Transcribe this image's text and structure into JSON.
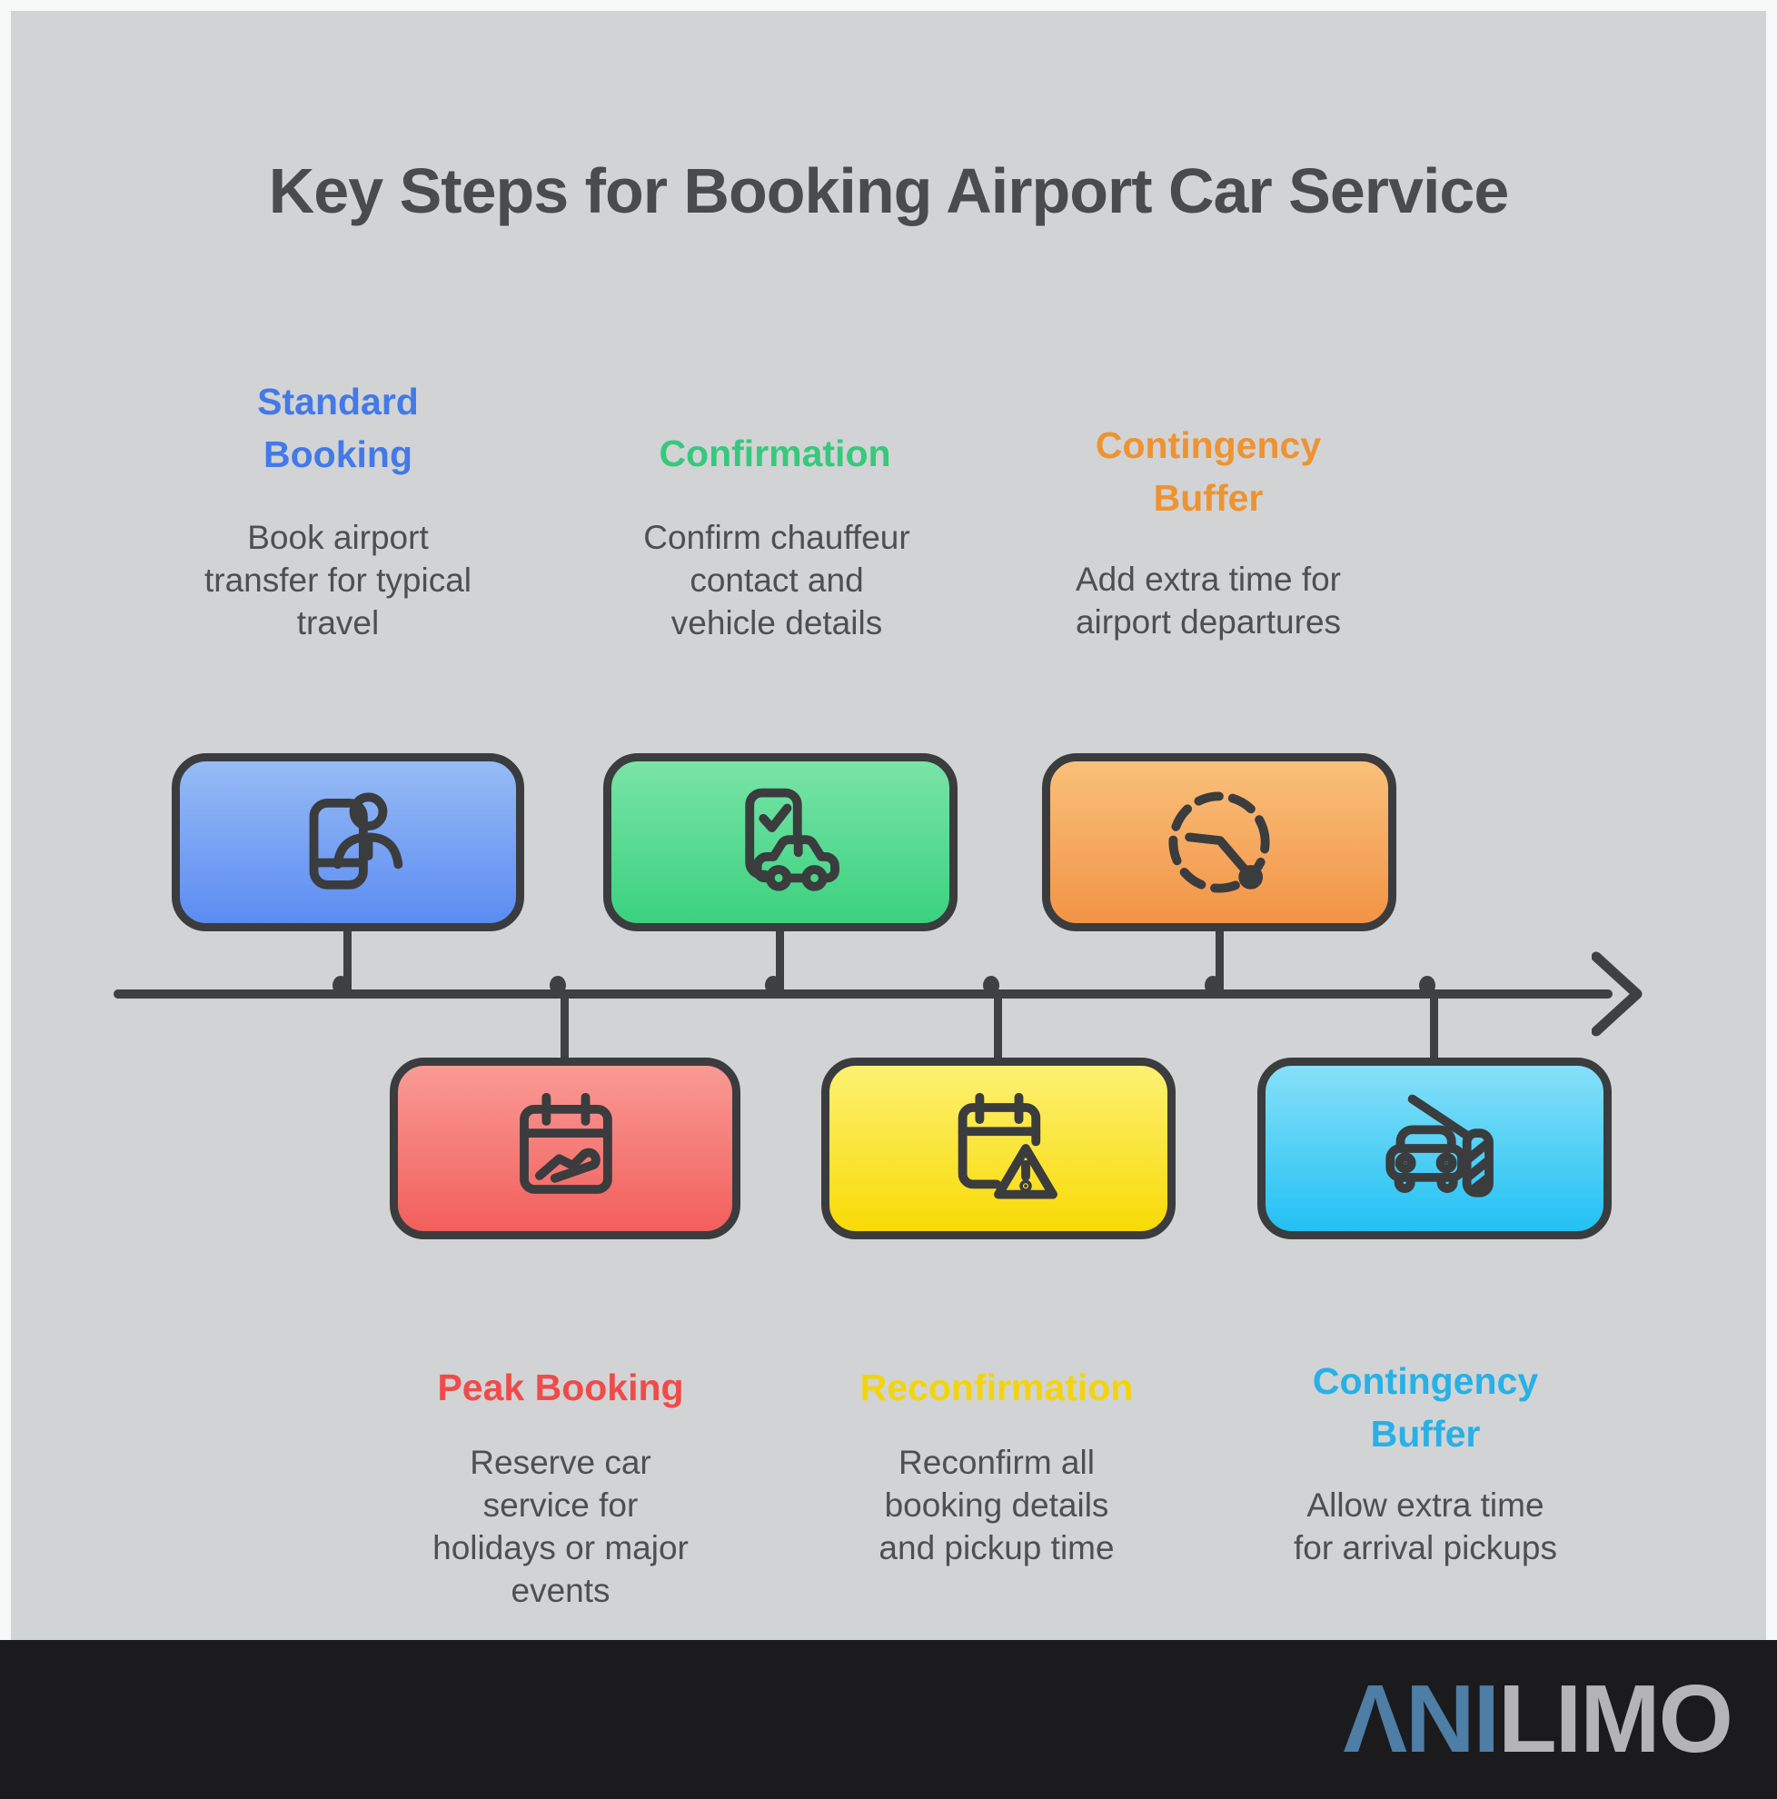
{
  "title": "Key Steps for Booking Airport Car Service",
  "background": {
    "frame": "#f7f9f8",
    "panel": "#d2d3d4",
    "footer": "#1b1b1d"
  },
  "timeline": {
    "color": "#3f4042",
    "node_fill": "#d2d3d4",
    "direction": "left-to-right-arrow"
  },
  "top_steps": [
    {
      "label": "Standard Booking",
      "label_lines": [
        "Standard",
        "Booking"
      ],
      "label_color": "#4379e8",
      "description": "Book airport transfer for typical travel",
      "description_lines": [
        "Book airport",
        "transfer for typical",
        "travel"
      ],
      "gradient_top": "#97bbf5",
      "gradient_bottom": "#5b8cf2",
      "icon": "phone-user-icon"
    },
    {
      "label": "Confirmation",
      "label_lines": [
        "Confirmation"
      ],
      "label_color": "#36c97c",
      "description": "Confirm chauffeur contact and vehicle details",
      "description_lines": [
        "Confirm chauffeur",
        "contact and",
        "vehicle details"
      ],
      "gradient_top": "#79e4a6",
      "gradient_bottom": "#3bd180",
      "icon": "phone-check-car-icon"
    },
    {
      "label": "Contingency Buffer",
      "label_lines": [
        "Contingency",
        "Buffer"
      ],
      "label_color": "#ee9331",
      "description": "Add extra time for airport departures",
      "description_lines": [
        "Add extra time for",
        "airport departures"
      ],
      "gradient_top": "#f9c07a",
      "gradient_bottom": "#f29446",
      "icon": "clock-buffer-icon"
    }
  ],
  "bottom_steps": [
    {
      "label": "Peak Booking",
      "label_lines": [
        "Peak Booking"
      ],
      "label_color": "#ef4b4b",
      "description": "Reserve car service for holidays or major events",
      "description_lines": [
        "Reserve car",
        "service for",
        "holidays or major",
        "events"
      ],
      "gradient_top": "#f99a94",
      "gradient_bottom": "#f25f5c",
      "icon": "calendar-plane-icon"
    },
    {
      "label": "Reconfirmation",
      "label_lines": [
        "Reconfirmation"
      ],
      "label_color": "#f2d40e",
      "description": "Reconfirm all booking details and pickup time",
      "description_lines": [
        "Reconfirm all",
        "booking details",
        "and pickup time"
      ],
      "gradient_top": "#fdf173",
      "gradient_bottom": "#f8da05",
      "icon": "calendar-warning-icon"
    },
    {
      "label": "Contingency Buffer",
      "label_lines": [
        "Contingency",
        "Buffer"
      ],
      "label_color": "#27b1e6",
      "description": "Allow extra time for arrival pickups",
      "description_lines": [
        "Allow extra time",
        "for arrival pickups"
      ],
      "gradient_top": "#86e0f8",
      "gradient_bottom": "#22c1f3",
      "icon": "car-barrier-icon"
    }
  ],
  "footer": {
    "logo_primary": "ΛNI",
    "logo_primary_color": "#4e7da5",
    "logo_secondary": "LIMO",
    "logo_secondary_color": "#b4b4b6"
  }
}
